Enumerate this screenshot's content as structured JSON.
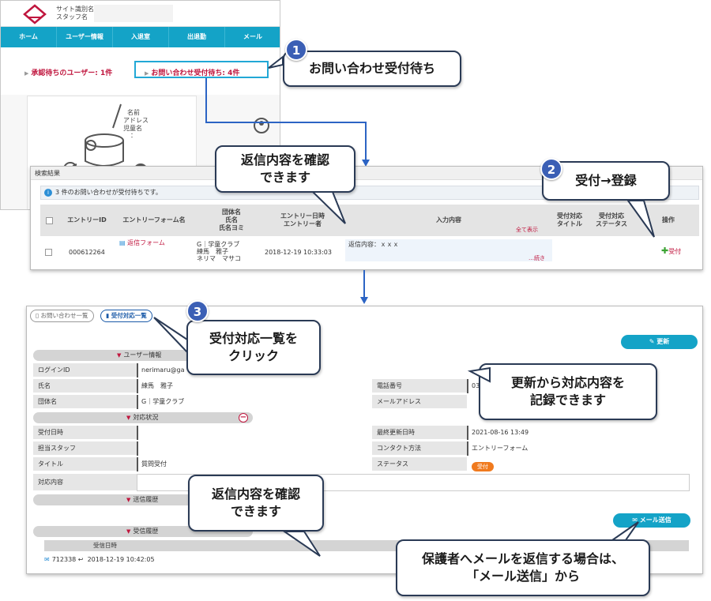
{
  "top": {
    "site_name": "サイト識別名",
    "staff_name": "スタッフ名",
    "nav": [
      "ホーム",
      "ユーザー情報",
      "入退室",
      "出退勤",
      "メール"
    ],
    "pending_users": "承認待ちのユーザー: 1件",
    "pending_inquiries": "お問い合わせ受付待ち: 4件",
    "diagram_labels": [
      "名前",
      "アドレス",
      "児童名",
      "："
    ]
  },
  "results": {
    "title": "検索結果",
    "info": "3 件のお問い合わせが受付待ちです。",
    "headers": {
      "entry_id": "エントリーID",
      "entry_form": "エントリーフォーム名",
      "group": "団体名\n氏名\n氏名ヨミ",
      "datetime": "エントリー日時\nエントリー者",
      "content": "入力内容",
      "show_all": "全て表示",
      "recv_title": "受付対応\nタイトル",
      "recv_status": "受付対応\nステータス",
      "action": "操作"
    },
    "row": {
      "entry_id": "000612264",
      "entry_form": "返信フォーム",
      "group": "G｜学童クラブ",
      "name": "練馬　雅子",
      "name_kana": "ネリマ　マサコ",
      "datetime": "2018-12-19 10:33:03",
      "content": "返信内容：ｘｘｘ",
      "more": "…続き",
      "accept": "受付"
    }
  },
  "detail": {
    "tab_inquiry_list": "お問い合わせ一覧",
    "tab_reception_list": "受付対応一覧",
    "update_btn": "更新",
    "sec_user_info": "ユーザー情報",
    "sec_status": "対応状況",
    "sec_send_history": "送信履歴",
    "sec_recv_history": "受信履歴",
    "login_id_label": "ログインID",
    "login_id_value": "nerimaru@ga",
    "name_label": "氏名",
    "name_value": "練馬　雅子",
    "group_label": "団体名",
    "group_value": "G｜学童クラブ",
    "phone_label": "電話番号",
    "phone_value": "03",
    "email_label": "メールアドレス",
    "recv_datetime_label": "受付日時",
    "last_update_label": "最終更新日時",
    "last_update_value": "2021-08-16 13:49",
    "staff_label": "担当スタッフ",
    "contact_method_label": "コンタクト方法",
    "contact_method_value": "エントリーフォーム",
    "title_label": "タイトル",
    "title_value": "質問受付",
    "status_label": "ステータス",
    "status_value": "受付",
    "response_label": "対応内容",
    "mail_send_btn": "メール送信",
    "recv_date_head": "受信日時",
    "recv_row_id": "712338",
    "recv_row_date": "2018-12-19 10:42:05"
  },
  "callouts": {
    "c1_num": "1",
    "c1_text": "お問い合わせ受付待ち",
    "c2_num": "2",
    "c2_text": "受付→登録",
    "c3_num": "3",
    "c3_text": "受付対応一覧を\nクリック",
    "reply_top": "返信内容を確認\nできます",
    "update_note": "更新から対応内容を\n記録できます",
    "reply_bottom": "返信内容を確認\nできます",
    "mail_note": "保護者へメールを返信する場合は、\n「メール送信」から"
  },
  "colors": {
    "nav_bg": "#14a3c7",
    "accent_red": "#c0163e",
    "connector_blue": "#2c64c4",
    "badge_blue": "#3b5fb5",
    "status_orange": "#f07a1e"
  }
}
